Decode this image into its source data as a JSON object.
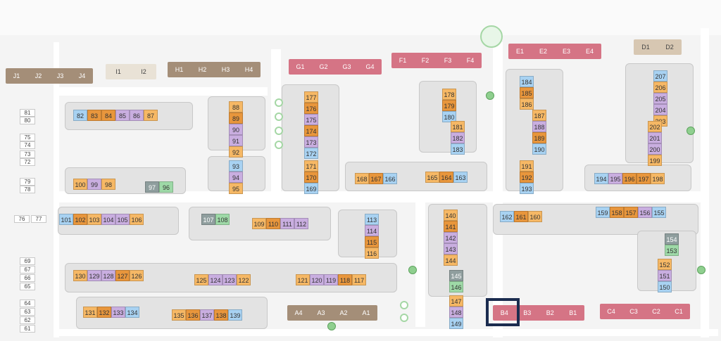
{
  "map_title": "",
  "highlighted_unit": "B4",
  "colors": {
    "orange": "#f6b865",
    "dark_orange": "#e8963c",
    "purple": "#c9aee0",
    "blue": "#a8d2f2",
    "green": "#9ed9a7",
    "teal": "#8f9e9e",
    "brown": "#a48e78",
    "pink": "#d57485",
    "highlight": "#1b2c4f"
  },
  "buildings": [
    {
      "id": "J",
      "labels": [
        "J1",
        "J2",
        "J3",
        "J4"
      ],
      "style": "brn"
    },
    {
      "id": "I",
      "labels": [
        "I1",
        "I2"
      ],
      "style": "bsm"
    },
    {
      "id": "H",
      "labels": [
        "H1",
        "H2",
        "H3",
        "H4"
      ],
      "style": "brn"
    },
    {
      "id": "G",
      "labels": [
        "G1",
        "G2",
        "G3",
        "G4"
      ],
      "style": "pnk"
    },
    {
      "id": "F",
      "labels": [
        "F1",
        "F2",
        "F3",
        "F4"
      ],
      "style": "pnk"
    },
    {
      "id": "E",
      "labels": [
        "E1",
        "E2",
        "E3",
        "E4"
      ],
      "style": "pnk"
    },
    {
      "id": "D",
      "labels": [
        "D1",
        "D2"
      ],
      "style": "bge"
    },
    {
      "id": "A",
      "labels": [
        "A4",
        "A3",
        "A2",
        "A1"
      ],
      "style": "brn"
    },
    {
      "id": "B",
      "labels": [
        "B4",
        "B3",
        "B2",
        "B1"
      ],
      "style": "pnk"
    },
    {
      "id": "C",
      "labels": [
        "C4",
        "C3",
        "C2",
        "C1"
      ],
      "style": "pnk"
    }
  ],
  "side_units": [
    "81",
    "80",
    "75",
    "74",
    "73",
    "72",
    "79",
    "78",
    "76",
    "77",
    "69",
    "67",
    "66",
    "65",
    "64",
    "63",
    "62",
    "61"
  ],
  "units": [
    {
      "n": "82",
      "c": "b"
    },
    {
      "n": "83",
      "c": "d"
    },
    {
      "n": "84",
      "c": "d"
    },
    {
      "n": "85",
      "c": "p"
    },
    {
      "n": "86",
      "c": "p"
    },
    {
      "n": "87",
      "c": "o"
    },
    {
      "n": "88",
      "c": "o"
    },
    {
      "n": "89",
      "c": "d"
    },
    {
      "n": "90",
      "c": "p"
    },
    {
      "n": "91",
      "c": "p"
    },
    {
      "n": "92",
      "c": "o"
    },
    {
      "n": "93",
      "c": "b"
    },
    {
      "n": "94",
      "c": "p"
    },
    {
      "n": "95",
      "c": "o"
    },
    {
      "n": "100",
      "c": "o"
    },
    {
      "n": "99",
      "c": "p"
    },
    {
      "n": "98",
      "c": "o"
    },
    {
      "n": "97",
      "c": "t"
    },
    {
      "n": "96",
      "c": "g"
    },
    {
      "n": "177",
      "c": "o"
    },
    {
      "n": "176",
      "c": "d"
    },
    {
      "n": "175",
      "c": "p"
    },
    {
      "n": "174",
      "c": "d"
    },
    {
      "n": "173",
      "c": "p"
    },
    {
      "n": "172",
      "c": "b"
    },
    {
      "n": "171",
      "c": "o"
    },
    {
      "n": "170",
      "c": "d"
    },
    {
      "n": "169",
      "c": "b"
    },
    {
      "n": "178",
      "c": "o"
    },
    {
      "n": "179",
      "c": "d"
    },
    {
      "n": "180",
      "c": "b"
    },
    {
      "n": "181",
      "c": "o"
    },
    {
      "n": "182",
      "c": "p"
    },
    {
      "n": "183",
      "c": "b"
    },
    {
      "n": "168",
      "c": "o"
    },
    {
      "n": "167",
      "c": "d"
    },
    {
      "n": "166",
      "c": "b"
    },
    {
      "n": "165",
      "c": "o"
    },
    {
      "n": "164",
      "c": "d"
    },
    {
      "n": "163",
      "c": "b"
    },
    {
      "n": "184",
      "c": "b"
    },
    {
      "n": "185",
      "c": "d"
    },
    {
      "n": "186",
      "c": "o"
    },
    {
      "n": "187",
      "c": "o"
    },
    {
      "n": "188",
      "c": "p"
    },
    {
      "n": "189",
      "c": "d"
    },
    {
      "n": "190",
      "c": "b"
    },
    {
      "n": "191",
      "c": "o"
    },
    {
      "n": "192",
      "c": "d"
    },
    {
      "n": "193",
      "c": "b"
    },
    {
      "n": "207",
      "c": "b"
    },
    {
      "n": "206",
      "c": "o"
    },
    {
      "n": "205",
      "c": "p"
    },
    {
      "n": "204",
      "c": "p"
    },
    {
      "n": "203",
      "c": "o"
    },
    {
      "n": "202",
      "c": "o"
    },
    {
      "n": "201",
      "c": "p"
    },
    {
      "n": "200",
      "c": "p"
    },
    {
      "n": "199",
      "c": "o"
    },
    {
      "n": "194",
      "c": "b"
    },
    {
      "n": "195",
      "c": "p"
    },
    {
      "n": "196",
      "c": "d"
    },
    {
      "n": "197",
      "c": "d"
    },
    {
      "n": "198",
      "c": "o"
    },
    {
      "n": "101",
      "c": "b"
    },
    {
      "n": "102",
      "c": "d"
    },
    {
      "n": "103",
      "c": "o"
    },
    {
      "n": "104",
      "c": "p"
    },
    {
      "n": "105",
      "c": "p"
    },
    {
      "n": "106",
      "c": "o"
    },
    {
      "n": "107",
      "c": "t"
    },
    {
      "n": "108",
      "c": "g"
    },
    {
      "n": "109",
      "c": "o"
    },
    {
      "n": "110",
      "c": "d"
    },
    {
      "n": "111",
      "c": "p"
    },
    {
      "n": "112",
      "c": "p"
    },
    {
      "n": "113",
      "c": "b"
    },
    {
      "n": "114",
      "c": "p"
    },
    {
      "n": "115",
      "c": "d"
    },
    {
      "n": "116",
      "c": "o"
    },
    {
      "n": "140",
      "c": "o"
    },
    {
      "n": "141",
      "c": "d"
    },
    {
      "n": "142",
      "c": "p"
    },
    {
      "n": "143",
      "c": "p"
    },
    {
      "n": "144",
      "c": "o"
    },
    {
      "n": "145",
      "c": "t"
    },
    {
      "n": "146",
      "c": "g"
    },
    {
      "n": "147",
      "c": "o"
    },
    {
      "n": "148",
      "c": "p"
    },
    {
      "n": "149",
      "c": "b"
    },
    {
      "n": "162",
      "c": "b"
    },
    {
      "n": "161",
      "c": "d"
    },
    {
      "n": "160",
      "c": "o"
    },
    {
      "n": "159",
      "c": "b"
    },
    {
      "n": "158",
      "c": "d"
    },
    {
      "n": "157",
      "c": "d"
    },
    {
      "n": "156",
      "c": "p"
    },
    {
      "n": "155",
      "c": "b"
    },
    {
      "n": "154",
      "c": "t"
    },
    {
      "n": "153",
      "c": "g"
    },
    {
      "n": "152",
      "c": "o"
    },
    {
      "n": "151",
      "c": "p"
    },
    {
      "n": "150",
      "c": "b"
    },
    {
      "n": "130",
      "c": "o"
    },
    {
      "n": "129",
      "c": "p"
    },
    {
      "n": "128",
      "c": "p"
    },
    {
      "n": "127",
      "c": "d"
    },
    {
      "n": "126",
      "c": "o"
    },
    {
      "n": "125",
      "c": "o"
    },
    {
      "n": "124",
      "c": "p"
    },
    {
      "n": "123",
      "c": "p"
    },
    {
      "n": "122",
      "c": "o"
    },
    {
      "n": "121",
      "c": "o"
    },
    {
      "n": "120",
      "c": "p"
    },
    {
      "n": "119",
      "c": "p"
    },
    {
      "n": "118",
      "c": "d"
    },
    {
      "n": "117",
      "c": "o"
    },
    {
      "n": "131",
      "c": "o"
    },
    {
      "n": "132",
      "c": "d"
    },
    {
      "n": "133",
      "c": "p"
    },
    {
      "n": "134",
      "c": "b"
    },
    {
      "n": "135",
      "c": "o"
    },
    {
      "n": "136",
      "c": "d"
    },
    {
      "n": "137",
      "c": "p"
    },
    {
      "n": "138",
      "c": "d"
    },
    {
      "n": "139",
      "c": "b"
    }
  ]
}
